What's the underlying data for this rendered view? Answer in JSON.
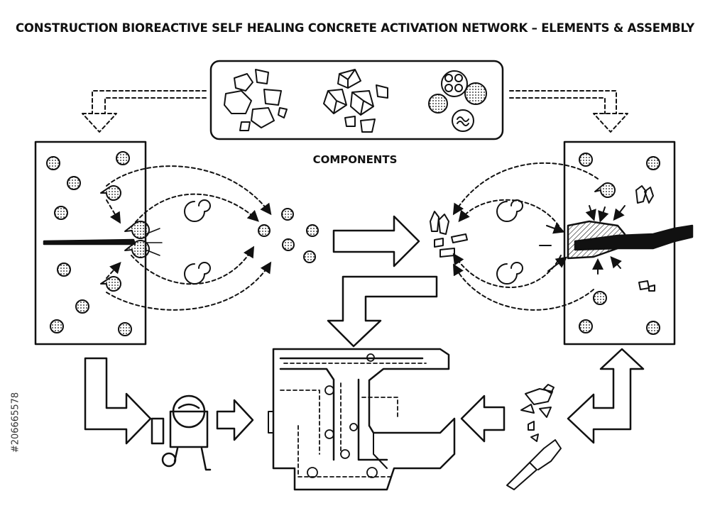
{
  "title": "CONSTRUCTION BIOREACTIVE SELF HEALING CONCRETE ACTIVATION NETWORK – ELEMENTS & ASSEMBLY",
  "components_label": "COMPONENTS",
  "stock_id": "#206665578",
  "colors": {
    "stroke": "#111111",
    "background": "#ffffff"
  },
  "icons": [
    "aggregate-stones-icon",
    "crystals-icon",
    "capsules-icon",
    "bacteria-icon",
    "mixer-icon",
    "i-beam-icon",
    "trowel-hand-icon",
    "crack-icon"
  ]
}
